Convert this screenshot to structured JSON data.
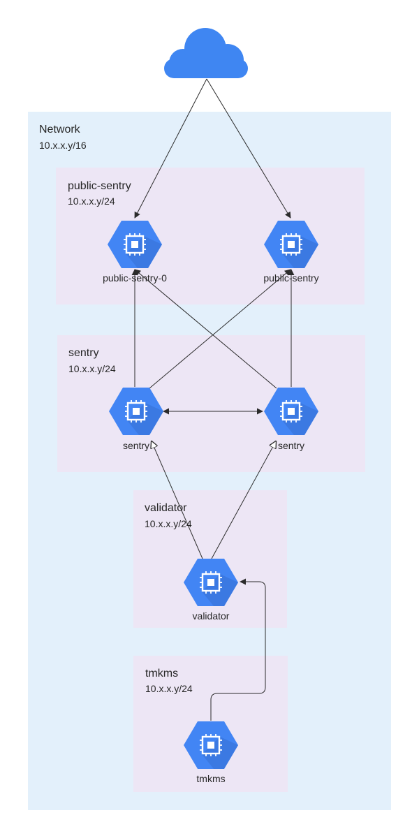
{
  "network": {
    "title": "Network",
    "cidr": "10.x.x.y/16"
  },
  "subnets": {
    "public_sentry": {
      "title": "public-sentry",
      "cidr": "10.x.x.y/24"
    },
    "sentry": {
      "title": "sentry",
      "cidr": "10.x.x.y/24"
    },
    "validator": {
      "title": "validator",
      "cidr": "10.x.x.y/24"
    },
    "tmkms": {
      "title": "tmkms",
      "cidr": "10.x.x.y/24"
    }
  },
  "nodes": {
    "public_sentry_0": {
      "label": "public-sentry-0"
    },
    "public_sentry_1": {
      "label": "public-sentry"
    },
    "sentry_left": {
      "label": "sentry"
    },
    "sentry_right": {
      "label": "sentry"
    },
    "validator": {
      "label": "validator"
    },
    "tmkms": {
      "label": "tmkms"
    }
  },
  "icons": {
    "internet": "cloud-icon",
    "node": "compute-engine-icon"
  },
  "colors": {
    "network_bg": "#e3f0fb",
    "subnet_bg": "#ede6f5",
    "node_blue": "#4285f4",
    "node_shade": "#3b78e0",
    "cloud_blue": "#3f86f2",
    "edge": "#2b2b2b"
  }
}
